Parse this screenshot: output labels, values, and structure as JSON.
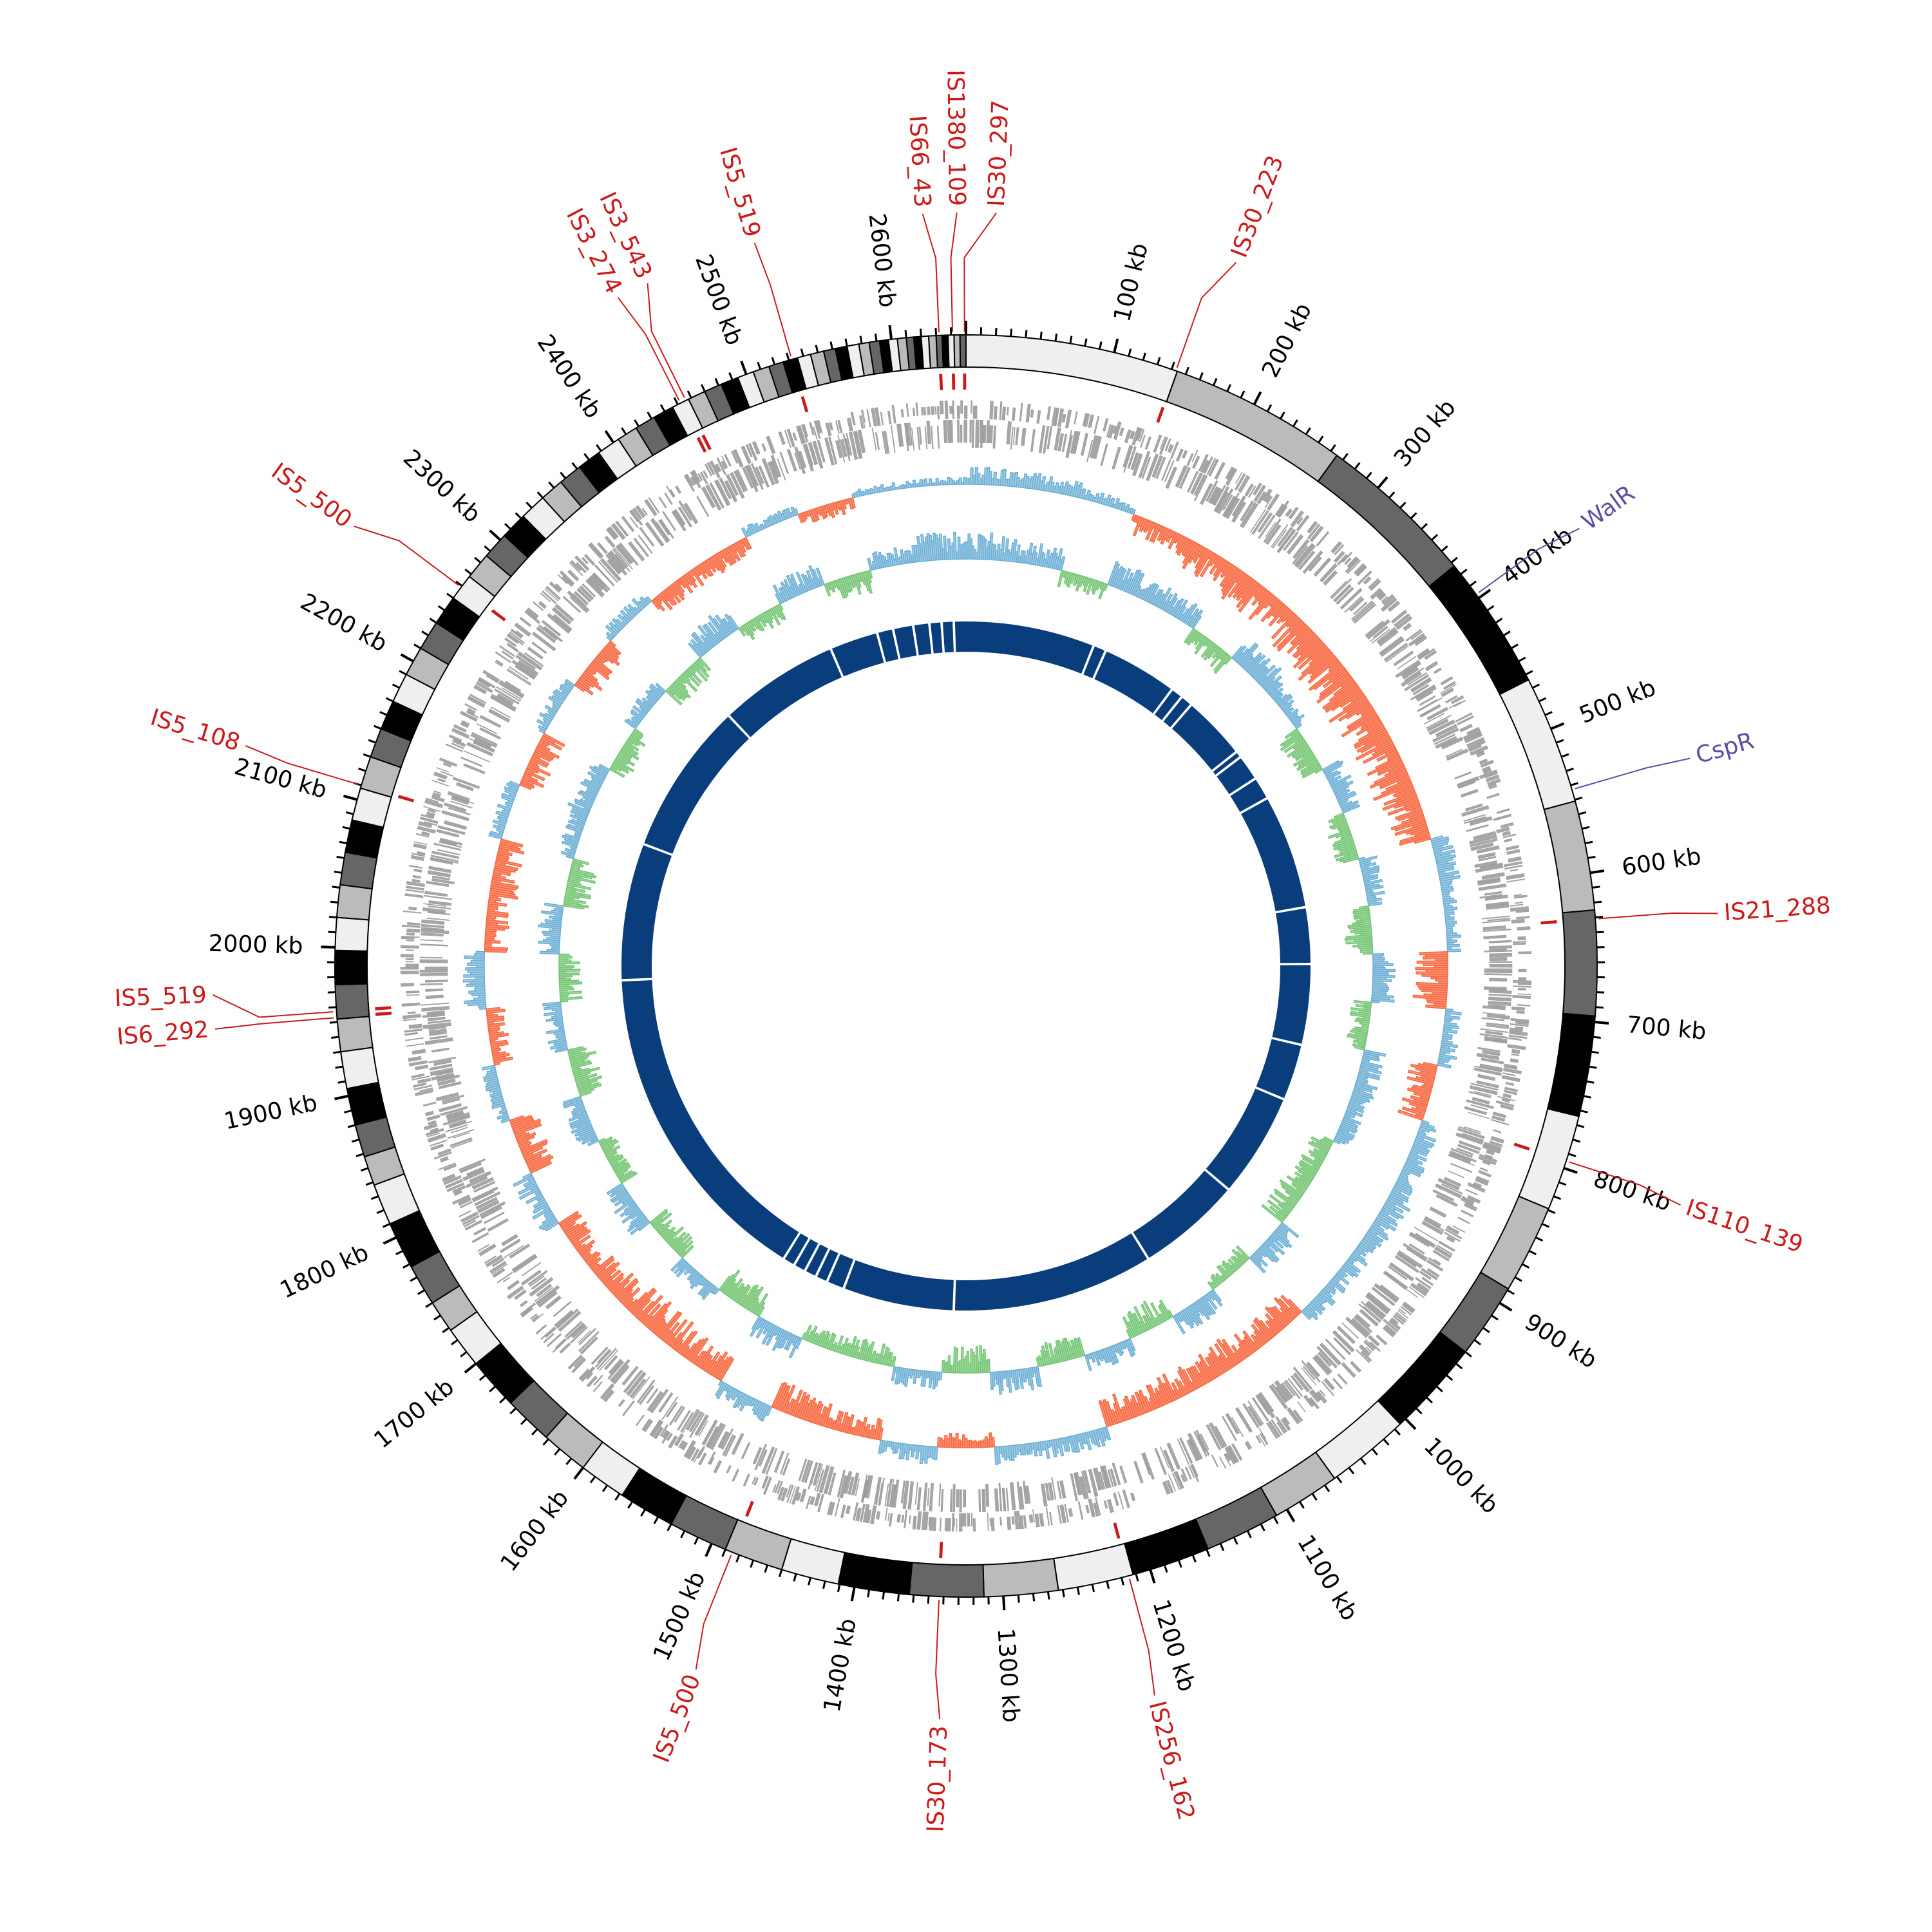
{
  "chart_data": {
    "type": "circular-genome",
    "genome_length_kb": 2650,
    "tick_labels": [
      "100 kb",
      "200 kb",
      "300 kb",
      "400 kb",
      "500 kb",
      "600 kb",
      "700 kb",
      "800 kb",
      "900 kb",
      "1000 kb",
      "1100 kb",
      "1200 kb",
      "1300 kb",
      "1400 kb",
      "1500 kb",
      "1600 kb",
      "1700 kb",
      "1800 kb",
      "1900 kb",
      "2000 kb",
      "2100 kb",
      "2200 kb",
      "2300 kb",
      "2400 kb",
      "2500 kb",
      "2600 kb"
    ],
    "tick_values_kb": [
      100,
      200,
      300,
      400,
      500,
      600,
      700,
      800,
      900,
      1000,
      1100,
      1200,
      1300,
      1400,
      1500,
      1600,
      1700,
      1800,
      1900,
      2000,
      2100,
      2200,
      2300,
      2400,
      2500,
      2600
    ],
    "band_colors": [
      "#efefef",
      "#bbbbbb",
      "#666666",
      "#000000"
    ],
    "band_boundaries_kb": [
      0,
      144,
      265,
      373,
      464,
      551,
      625,
      696,
      764,
      829,
      889,
      940,
      1005,
      1062,
      1108,
      1159,
      1212,
      1263,
      1313,
      1363,
      1411,
      1450,
      1490,
      1530,
      1568,
      1600,
      1632,
      1665,
      1700,
      1728,
      1750,
      1778,
      1810,
      1838,
      1858,
      1880,
      1905,
      1930,
      1952,
      1975,
      1998,
      2020,
      2042,
      2064,
      2086,
      2108,
      2130,
      2150,
      2170,
      2190,
      2210,
      2230,
      2250,
      2268,
      2286,
      2304,
      2322,
      2340,
      2356,
      2372,
      2388,
      2404,
      2418,
      2432,
      2446,
      2458,
      2470,
      2482,
      2494,
      2505,
      2516,
      2526,
      2536,
      2545,
      2554,
      2562,
      2570,
      2578,
      2585,
      2592,
      2598,
      2604,
      2610,
      2615,
      2620,
      2625,
      2630,
      2634,
      2638,
      2642,
      2646,
      2650
    ],
    "is_elements": [
      {
        "label": "IS30_297",
        "position_kb": 2649
      },
      {
        "label": "IS1380_109",
        "position_kb": 2641
      },
      {
        "label": "IS66_43",
        "position_kb": 2632
      },
      {
        "label": "IS30_223",
        "position_kb": 143
      },
      {
        "label": "IS21_288",
        "position_kb": 631
      },
      {
        "label": "IS110_139",
        "position_kb": 795
      },
      {
        "label": "IS256_162",
        "position_kb": 1215
      },
      {
        "label": "IS30_173",
        "position_kb": 1343
      },
      {
        "label": "IS5_500",
        "position_kb": 1485
      },
      {
        "label": "IS6_292",
        "position_kb": 1953
      },
      {
        "label": "IS5_519",
        "position_kb": 1957
      },
      {
        "label": "IS5_108",
        "position_kb": 2110
      },
      {
        "label": "IS5_500",
        "position_kb": 2259
      },
      {
        "label": "IS3_274",
        "position_kb": 2452
      },
      {
        "label": "IS3_543",
        "position_kb": 2456
      },
      {
        "label": "IS5_519",
        "position_kb": 2532
      }
    ],
    "regulators": [
      {
        "label": "WalR",
        "position_kb": 397
      },
      {
        "label": "CspR",
        "position_kb": 543
      }
    ],
    "skew_bin_kb": 50,
    "skew_values": [
      0.5,
      0.5,
      0.3,
      -0.4,
      -0.6,
      -0.7,
      -0.8,
      -0.9,
      -0.9,
      -0.9,
      -0.8,
      0.6,
      0.4,
      -0.7,
      0.5,
      -0.6,
      0.6,
      0.7,
      0.6,
      0.5,
      -0.6,
      -0.7,
      -0.6,
      -0.6,
      0.5,
      0.5,
      -0.3,
      0.5,
      -0.5,
      -0.6,
      0.5,
      -0.6,
      -0.7,
      -0.6,
      -0.5,
      0.6,
      -0.6,
      0.4,
      -0.4,
      0.6,
      -0.5,
      -0.6,
      0.4,
      -0.5,
      0.4,
      -0.5,
      0.4,
      -0.4,
      -0.4,
      0.3,
      -0.3,
      0.2,
      0.2
    ],
    "skew_colors": {
      "positive": "#9ecae1",
      "positive_line": "#6baed6",
      "negative": "#fc8d6e",
      "negative_line": "#f46a43"
    },
    "gc_bin_kb": 50,
    "gc_values": [
      0.6,
      0.5,
      -0.4,
      0.6,
      0.5,
      -0.5,
      0.6,
      0.4,
      -0.6,
      0.5,
      -0.5,
      0.4,
      -0.6,
      0.5,
      -0.5,
      0.6,
      0.4,
      -0.5,
      -0.6,
      0.5,
      -0.4,
      0.5,
      -0.6,
      0.4,
      -0.5,
      0.5,
      -0.6,
      0.4,
      -0.5,
      -0.4,
      0.5,
      -0.6,
      0.4,
      -0.5,
      0.5,
      -0.4,
      0.5,
      -0.6,
      0.4,
      -0.5,
      0.5,
      -0.6,
      0.4,
      0.5,
      -0.5,
      0.4,
      -0.5,
      0.6,
      -0.4,
      0.5,
      -0.5,
      0.4,
      0.6
    ],
    "gc_colors": {
      "positive": "#9ecae1",
      "positive_line": "#6baed6",
      "negative": "#a1d99b",
      "negative_line": "#74c476"
    },
    "inner_ring_color": "#0a3d7c",
    "inner_ring_gaps_kb": [
      160,
      176,
      270,
      285,
      300,
      380,
      388,
      420,
      448,
      590,
      660,
      760,
      830,
      960,
      1090,
      1340,
      1478,
      1500,
      1515,
      1530,
      1545,
      1560,
      1970,
      2140,
      2330,
      2480,
      2540,
      2560,
      2585,
      2605,
      2620,
      2635
    ]
  }
}
